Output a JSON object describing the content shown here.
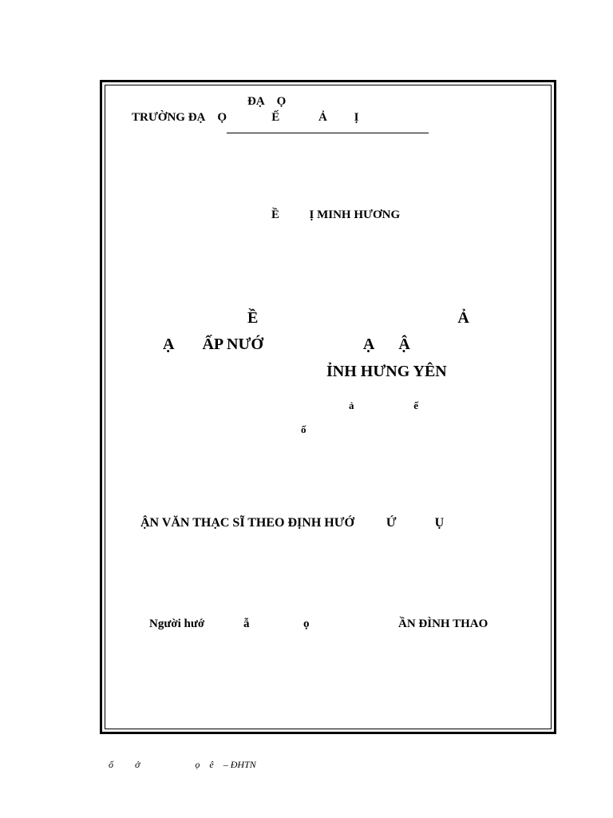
{
  "header": {
    "line1": "ĐẠ    Ọ",
    "line2": "TRƯỜNG ĐẠ    Ọ               Ế             Ả         Ị"
  },
  "author": "Ề          Ị MINH HƯƠNG",
  "thesis_title": {
    "line1": "Ề                                                  Ả",
    "line2": "Ạ       ẤP NƯỚ                         Ạ      Ậ",
    "line3": "ỈNH HƯNG YÊN"
  },
  "major": {
    "line1": "ả                       ế",
    "line2": "ố"
  },
  "degree": "ẬN VĂN THẠC SĨ THEO ĐỊNH HƯỚ          Ứ            Ụ",
  "supervisor": {
    "label": "Người hướ",
    "mid1": "ẫ",
    "mid2": "ọ",
    "name": "ẦN ĐÌNH THAO"
  },
  "footer": "ố         ở                       ọ    ê    – ĐHTN"
}
